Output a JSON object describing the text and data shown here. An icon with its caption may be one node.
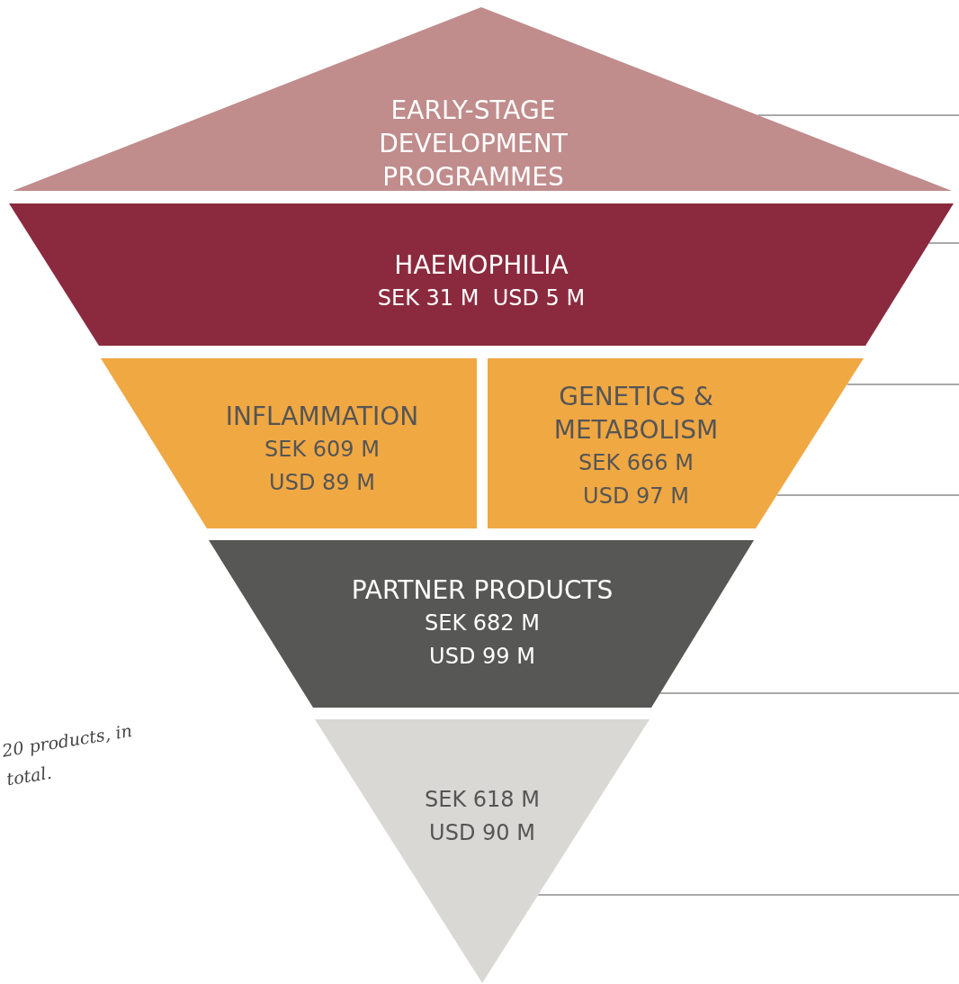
{
  "diagram": {
    "nodes": [
      {
        "text": [
          "EARLY-STAGE DEVELOPMENT PROGRAMMES"
        ]
      },
      {
        "text": [
          "HAEMOPHILIA",
          "SEK 31 M  USD 5 M"
        ]
      },
      {
        "text": [
          "INFLAMMATION",
          "SEK 609 M USD 89 M"
        ]
      },
      {
        "text": [
          "GENETICS & METABOLISM",
          "SEK 666 M USD 97 M"
        ]
      },
      {
        "text": [
          "PARTNER PRODUCTS",
          "SEK 682 M USD 99 M"
        ]
      },
      {
        "text": [
          "SEK 618 M USD 90 M"
        ]
      }
    ],
    "edges": [
      {
        "from": 0,
        "to": null,
        "arrow": "none"
      },
      {
        "from": 1,
        "to": null,
        "arrow": "none"
      },
      {
        "from": 3,
        "to": null,
        "arrow": "none"
      },
      {
        "from": 3,
        "to": null,
        "arrow": "none"
      },
      {
        "from": 4,
        "to": null,
        "arrow": "none"
      },
      {
        "from": 5,
        "to": null,
        "arrow": "none"
      }
    ],
    "labels": [
      "20 products, in total."
    ]
  }
}
